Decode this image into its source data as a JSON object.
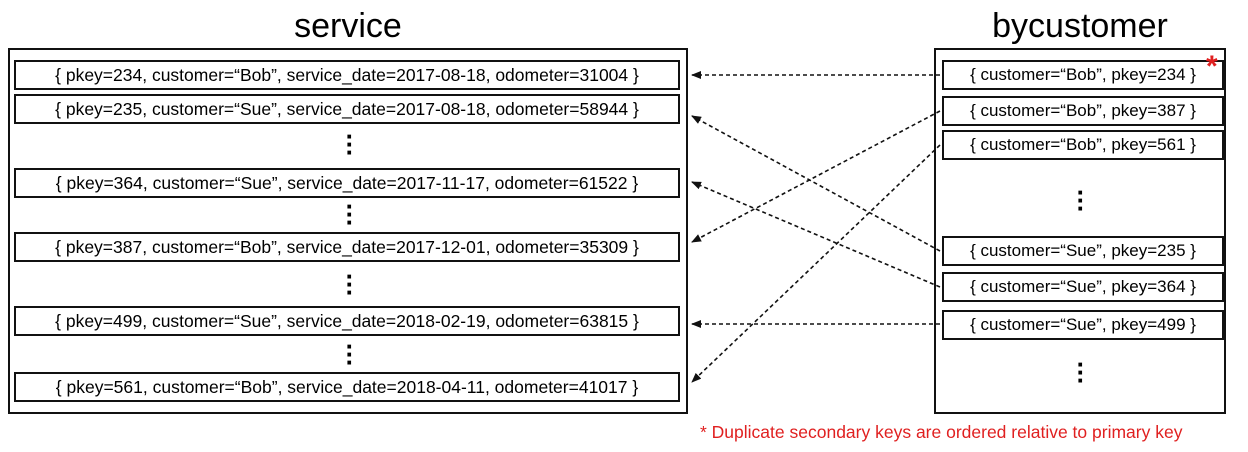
{
  "service": {
    "title": "service",
    "records": [
      "{ pkey=234, customer=“Bob”, service_date=2017-08-18, odometer=31004 }",
      "{ pkey=235, customer=“Sue”, service_date=2017-08-18, odometer=58944 }",
      "{ pkey=364, customer=“Sue”, service_date=2017-11-17, odometer=61522 }",
      "{ pkey=387, customer=“Bob”, service_date=2017-12-01, odometer=35309 }",
      "{ pkey=499, customer=“Sue”, service_date=2018-02-19, odometer=63815 }",
      "{ pkey=561, customer=“Bob”, service_date=2018-04-11, odometer=41017 }"
    ]
  },
  "bycustomer": {
    "title": "bycustomer",
    "records": [
      "{ customer=“Bob”, pkey=234 }",
      "{ customer=“Bob”, pkey=387 }",
      "{ customer=“Bob”, pkey=561 }",
      "{ customer=“Sue”, pkey=235 }",
      "{ customer=“Sue”, pkey=364 }",
      "{ customer=“Sue”, pkey=499 }"
    ]
  },
  "star": "*",
  "footnote": "* Duplicate secondary keys are ordered relative to primary key",
  "colors": {
    "accent": "#e02020",
    "line": "#111111"
  }
}
